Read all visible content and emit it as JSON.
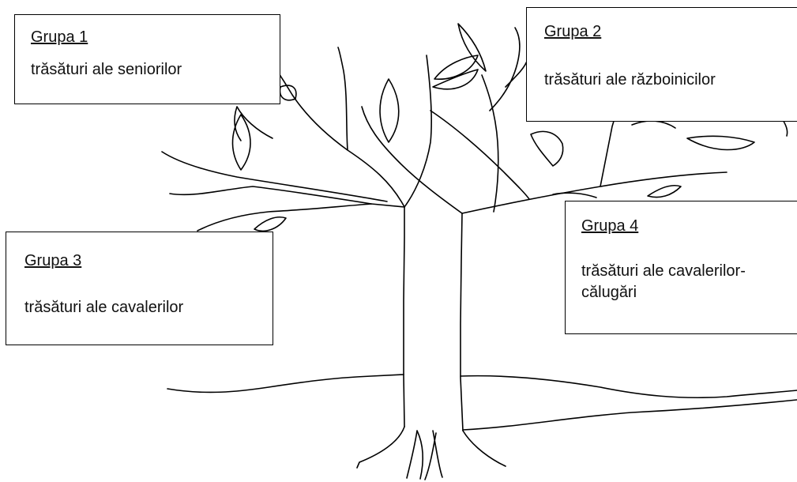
{
  "groups": [
    {
      "title": "Grupa 1",
      "description": "trăsături ale seniorilor"
    },
    {
      "title": "Grupa 2",
      "description": "trăsături ale războinicilor"
    },
    {
      "title": "Grupa 3",
      "description": "trăsături ale cavalerilor"
    },
    {
      "title": "Grupa 4",
      "description": "trăsături ale cavalerilor-călugări"
    }
  ]
}
